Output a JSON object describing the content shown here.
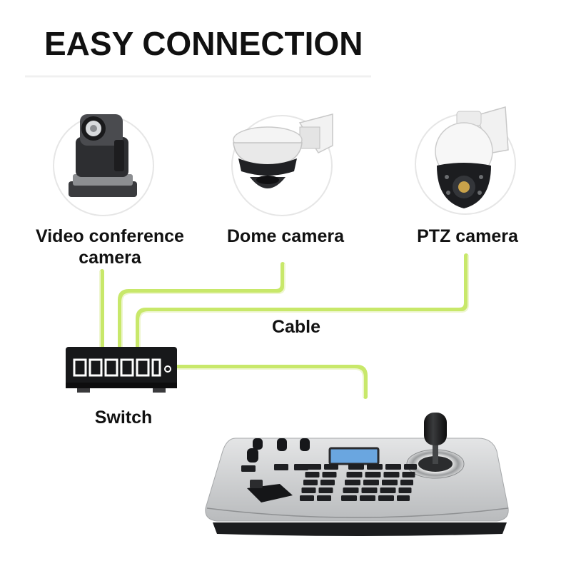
{
  "title": "EASY CONNECTION",
  "devices": {
    "video_conference": {
      "label_line1": "Video conference",
      "label_line2": "camera"
    },
    "dome": {
      "label": "Dome camera"
    },
    "ptz": {
      "label": "PTZ camera"
    }
  },
  "cable_label": "Cable",
  "switch_label": "Switch",
  "colors": {
    "cable_green": "#c8e86a",
    "cable_light": "#e6f2b8",
    "text": "#111111",
    "controller_body": "#c9cbcc",
    "key": "#1e1f22",
    "lcd": "#6aa6e0"
  }
}
